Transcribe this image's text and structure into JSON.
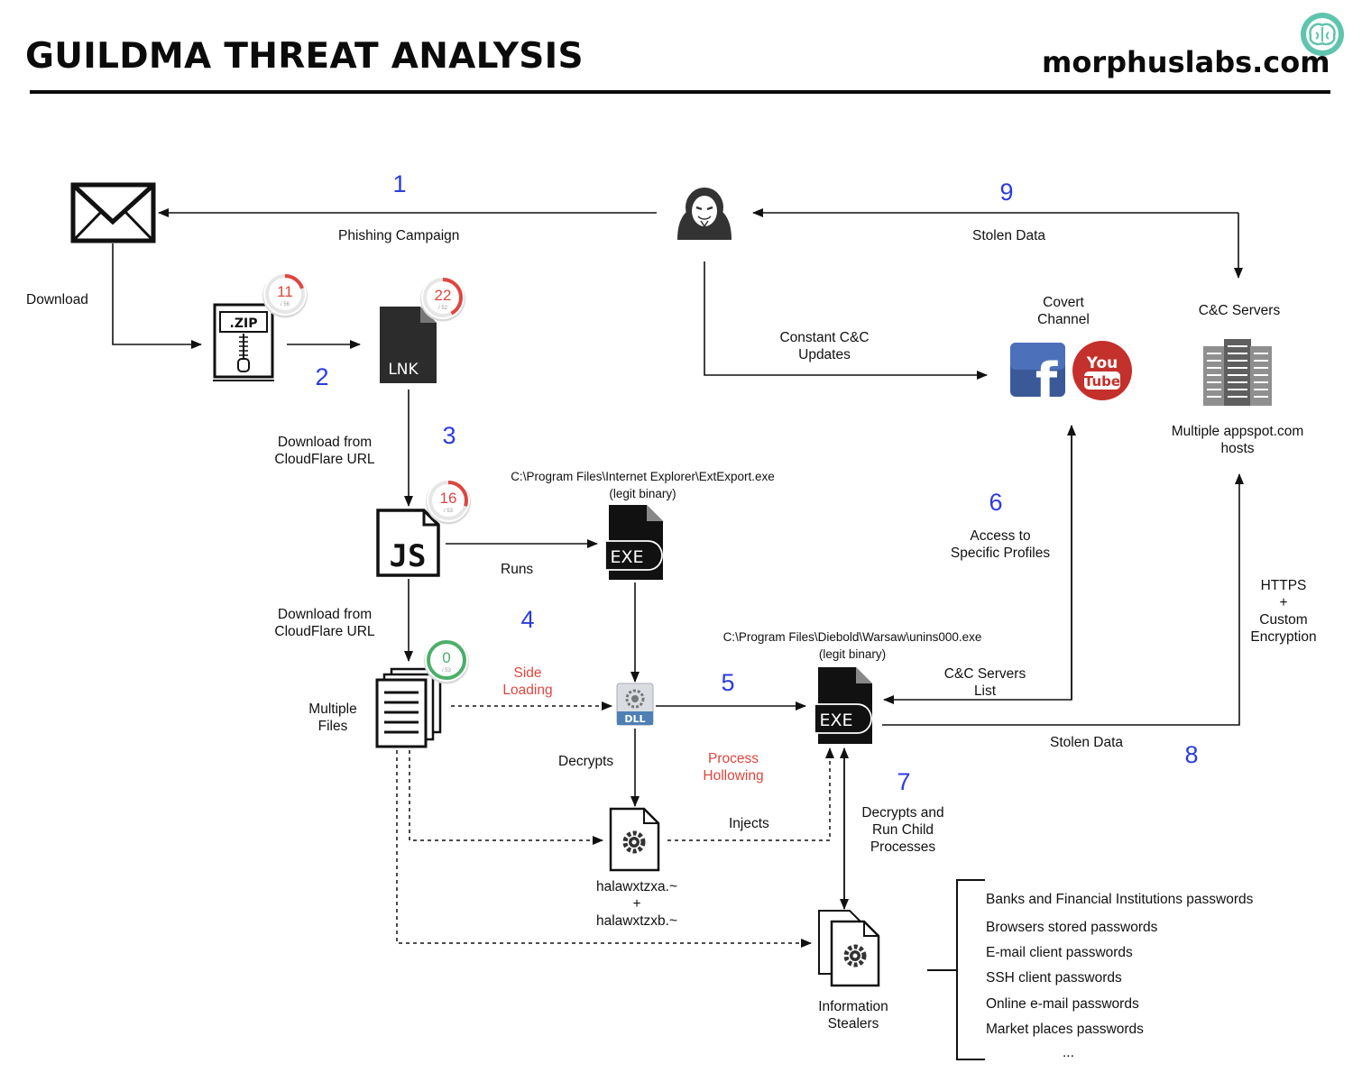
{
  "header": {
    "title": "GUILDMA THREAT ANALYSIS",
    "site": "morphuslabs.com"
  },
  "steps": [
    "1",
    "2",
    "3",
    "4",
    "5",
    "6",
    "7",
    "8",
    "9"
  ],
  "labels": {
    "phishing": "Phishing Campaign",
    "download": "Download",
    "stolen_data_top": "Stolen Data",
    "covert_channel": [
      "Covert",
      "Channel"
    ],
    "cc_servers": "C&C Servers",
    "constant_cc": [
      "Constant C&C",
      "Updates"
    ],
    "appspot": [
      "Multiple appspot.com",
      "hosts"
    ],
    "dl_cloudflare_1": [
      "Download from",
      "CloudFlare URL"
    ],
    "dl_cloudflare_2": [
      "Download from",
      "CloudFlare URL"
    ],
    "extexport_path": "C:\\Program Files\\Internet Explorer\\ExtExport.exe",
    "legit_binary_1": "(legit binary)",
    "runs": "Runs",
    "access_profiles": [
      "Access to",
      "Specific Profiles"
    ],
    "https": [
      "HTTPS",
      "+",
      "Custom",
      "Encryption"
    ],
    "unins_path": "C:\\Program Files\\Diebold\\Warsaw\\unins000.exe",
    "legit_binary_2": "(legit binary)",
    "side_loading": [
      "Side",
      "Loading"
    ],
    "cc_list": [
      "C&C Servers",
      "List"
    ],
    "multiple_files": [
      "Multiple",
      "Files"
    ],
    "stolen_data_bottom": "Stolen Data",
    "decrypts": "Decrypts",
    "process_hollowing": [
      "Process",
      "Hollowing"
    ],
    "decrypts_run": [
      "Decrypts and",
      "Run Child",
      "Processes"
    ],
    "injects": "Injects",
    "halaw": [
      "halawxtzxa.~",
      "+",
      "halawxtzxb.~"
    ],
    "info_stealers": [
      "Information",
      "Stealers"
    ]
  },
  "icons": {
    "zip": ".ZIP",
    "lnk": "LNK",
    "js": "JS",
    "exe": "EXE",
    "dll": "DLL",
    "you": "You",
    "tube": "Tube",
    "fb": "f"
  },
  "badges": [
    {
      "name": "zip-detection-badge",
      "value": "11",
      "total": "/ 56",
      "fraction": 0.2,
      "color": "#e0453e"
    },
    {
      "name": "lnk-detection-badge",
      "value": "22",
      "total": "/ 52",
      "fraction": 0.42,
      "color": "#e0453e"
    },
    {
      "name": "js-detection-badge",
      "value": "16",
      "total": "/ 53",
      "fraction": 0.3,
      "color": "#e0453e"
    },
    {
      "name": "files-detection-badge",
      "value": "0",
      "total": "/ 53",
      "fraction": 1.0,
      "color": "#4caf6a"
    }
  ],
  "stolen_list": [
    "Banks and Financial Institutions passwords",
    "Browsers stored passwords",
    "E-mail client passwords",
    "SSH client passwords",
    "Online e-mail passwords",
    "Market places passwords",
    "..."
  ],
  "colors": {
    "step": "#2b3be0",
    "alert": "#e0453e",
    "ok": "#4caf6a",
    "logo": "#5fc4ad"
  }
}
